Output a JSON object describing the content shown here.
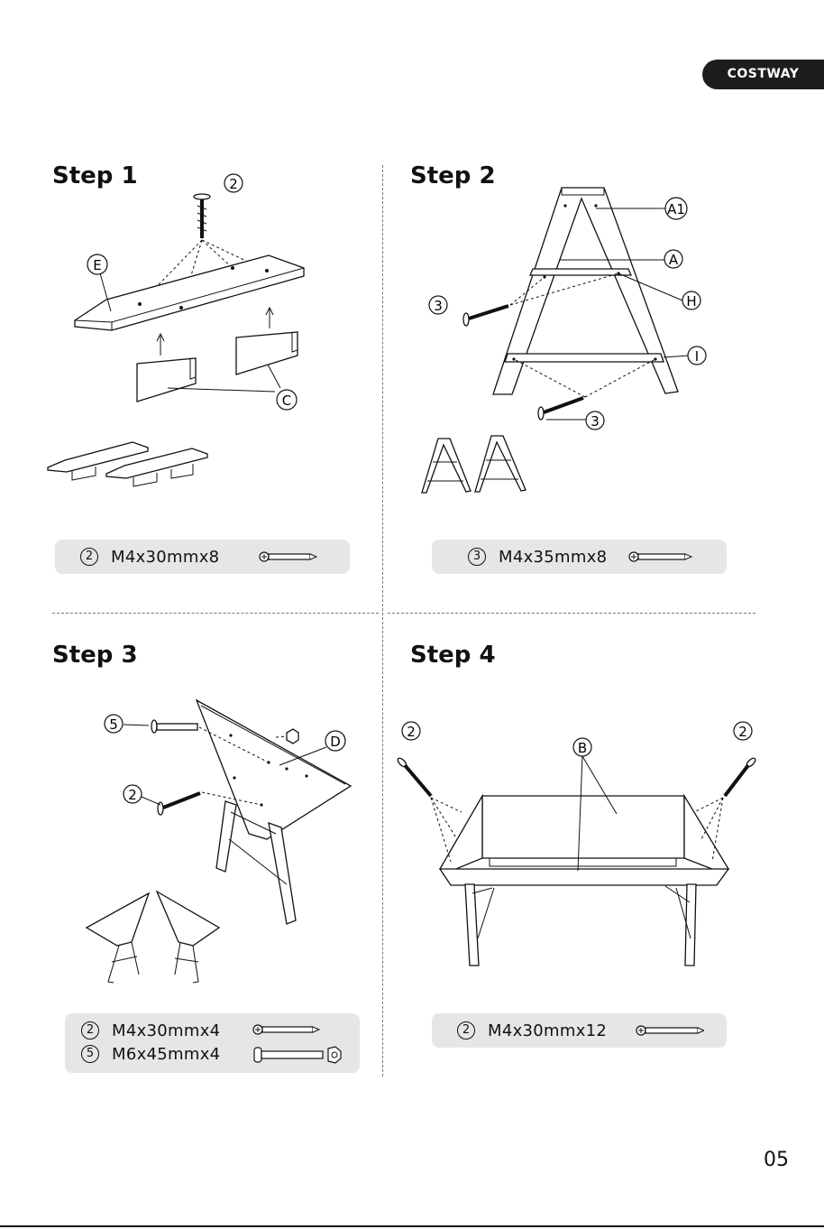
{
  "brand": "COSTWAY",
  "page_number": "05",
  "steps": [
    {
      "title": "Step 1",
      "callouts": [
        "2",
        "E",
        "C"
      ],
      "hardware": [
        {
          "num": "2",
          "spec": "M4x30mmx8",
          "icon": "screw-icon"
        }
      ]
    },
    {
      "title": "Step 2",
      "callouts": [
        "A1",
        "A",
        "H",
        "3",
        "I",
        "3"
      ],
      "hardware": [
        {
          "num": "3",
          "spec": "M4x35mmx8",
          "icon": "screw-icon"
        }
      ]
    },
    {
      "title": "Step 3",
      "callouts": [
        "5",
        "D",
        "2"
      ],
      "hardware": [
        {
          "num": "2",
          "spec": "M4x30mmx4",
          "icon": "screw-icon"
        },
        {
          "num": "5",
          "spec": "M6x45mmx4",
          "icon": "bolt-nut-icon"
        }
      ]
    },
    {
      "title": "Step 4",
      "callouts": [
        "2",
        "2",
        "B"
      ],
      "hardware": [
        {
          "num": "2",
          "spec": "M4x30mmx12",
          "icon": "screw-icon"
        }
      ]
    }
  ]
}
